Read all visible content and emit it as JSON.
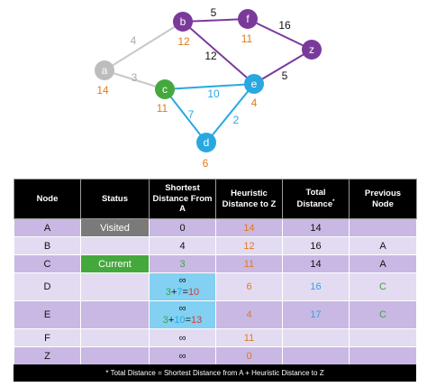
{
  "graph": {
    "nodes": [
      {
        "id": "a",
        "label": "a",
        "heuristic": "14",
        "color": "#bdbdbd"
      },
      {
        "id": "b",
        "label": "b",
        "heuristic": "12",
        "color": "#7a3a9a"
      },
      {
        "id": "f",
        "label": "f",
        "heuristic": "11",
        "color": "#7a3a9a"
      },
      {
        "id": "z",
        "label": "z",
        "heuristic": "",
        "color": "#7a3a9a"
      },
      {
        "id": "c",
        "label": "c",
        "heuristic": "11",
        "color": "#45a83d"
      },
      {
        "id": "e",
        "label": "e",
        "heuristic": "4",
        "color": "#29a8e0"
      },
      {
        "id": "d",
        "label": "d",
        "heuristic": "6",
        "color": "#29a8e0"
      }
    ],
    "edges": [
      {
        "from": "a",
        "to": "b",
        "weight": "4",
        "color": "#c8c8c8"
      },
      {
        "from": "a",
        "to": "c",
        "weight": "3",
        "color": "#c8c8c8"
      },
      {
        "from": "b",
        "to": "f",
        "weight": "5",
        "color": "#7a3a9a"
      },
      {
        "from": "b",
        "to": "e",
        "weight": "12",
        "color": "#7a3a9a"
      },
      {
        "from": "f",
        "to": "z",
        "weight": "16",
        "color": "#7a3a9a"
      },
      {
        "from": "e",
        "to": "z",
        "weight": "5",
        "color": "#7a3a9a"
      },
      {
        "from": "c",
        "to": "e",
        "weight": "10",
        "color": "#29a8e0"
      },
      {
        "from": "c",
        "to": "d",
        "weight": "7",
        "color": "#29a8e0"
      },
      {
        "from": "d",
        "to": "e",
        "weight": "2",
        "color": "#29a8e0"
      }
    ]
  },
  "table": {
    "headers": {
      "node": "Node",
      "status": "Status",
      "shortest_l1": "Shortest",
      "shortest_l2": "Distance From",
      "shortest_l3": "A",
      "heuristic_l1": "Heuristic",
      "heuristic_l2": "Distance to Z",
      "total_l1": "Total",
      "total_l2": "Distance",
      "total_marker": "*",
      "previous_l1": "Previous",
      "previous_l2": "Node"
    },
    "rows": {
      "A": {
        "node": "A",
        "status": "Visited",
        "shortest": "0",
        "heuristic": "14",
        "total": "14",
        "previous": ""
      },
      "B": {
        "node": "B",
        "status": "",
        "shortest": "4",
        "heuristic": "12",
        "total": "16",
        "previous": "A"
      },
      "C": {
        "node": "C",
        "status": "Current",
        "shortest": "3",
        "heuristic": "11",
        "total": "14",
        "previous": "A"
      },
      "D": {
        "node": "D",
        "status": "",
        "shortest_old": "∞",
        "calc_a": "3",
        "calc_plus": "+",
        "calc_b": "7",
        "calc_eq": "=",
        "calc_result": "10",
        "heuristic": "6",
        "total": "16",
        "previous": "C"
      },
      "E": {
        "node": "E",
        "status": "",
        "shortest_old": "∞",
        "calc_a": "3",
        "calc_plus": "+",
        "calc_b": "10",
        "calc_eq": "=",
        "calc_result": "13",
        "heuristic": "4",
        "total": "17",
        "previous": "C"
      },
      "F": {
        "node": "F",
        "status": "",
        "shortest": "∞",
        "heuristic": "11",
        "total": "",
        "previous": ""
      },
      "Z": {
        "node": "Z",
        "status": "",
        "shortest": "∞",
        "heuristic": "0",
        "total": "",
        "previous": ""
      }
    },
    "footnote": "* Total Distance = Shortest Distance from A  +  Heuristic Distance to Z"
  },
  "colors": {
    "purple": "#7a3a9a",
    "green": "#45a83d",
    "blue": "#29a8e0",
    "gray": "#bdbdbd",
    "orange": "#e07b1c",
    "header_bg": "#000000",
    "row_dark": "#c9b8e4",
    "row_light": "#e3dbf1",
    "calc_bg": "#82d0f2",
    "red": "#d23c3c"
  }
}
